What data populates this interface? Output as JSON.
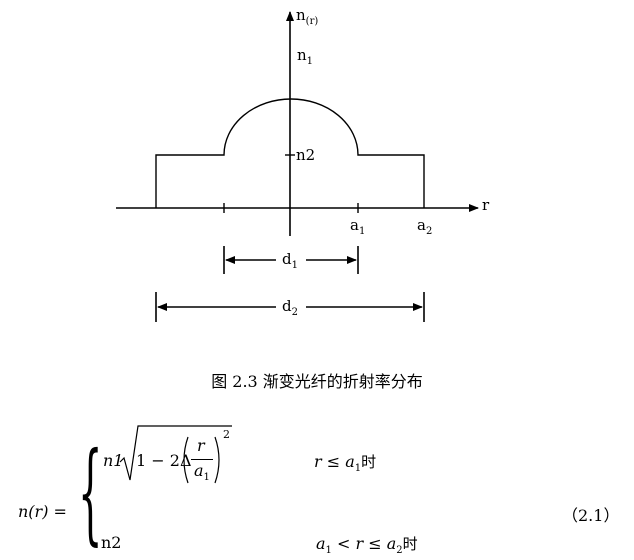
{
  "diagram": {
    "axis_n_label": "n",
    "axis_n_sub": "(r)",
    "axis_r_label": "r",
    "n1_label": "n",
    "n1_sub": "1",
    "n2_label": "n2",
    "a1_label": "a",
    "a1_sub": "1",
    "a2_label": "a",
    "a2_sub": "2",
    "d1_label": "d",
    "d1_sub": "1",
    "d2_label": "d",
    "d2_sub": "2"
  },
  "caption": "图 2.3    渐变光纤的折射率分布",
  "equation": {
    "lhs": "n(r) =",
    "case1_coef": "n1",
    "case1_one_minus": "1 − 2Δ",
    "case1_frac_num": "r",
    "case1_frac_den": "a",
    "case1_frac_den_sub": "1",
    "case1_exp": "2",
    "case1_cond_prefix": "r ≤ a",
    "case1_cond_sub": "1",
    "case1_cond_suffix": "时",
    "case2_value": "n2",
    "case2_cond_a": "a",
    "case2_cond_a_sub": "1",
    "case2_cond_mid": " < r ≤ a",
    "case2_cond_sub": "2",
    "case2_cond_suffix": "时",
    "number": "（2.1）"
  }
}
